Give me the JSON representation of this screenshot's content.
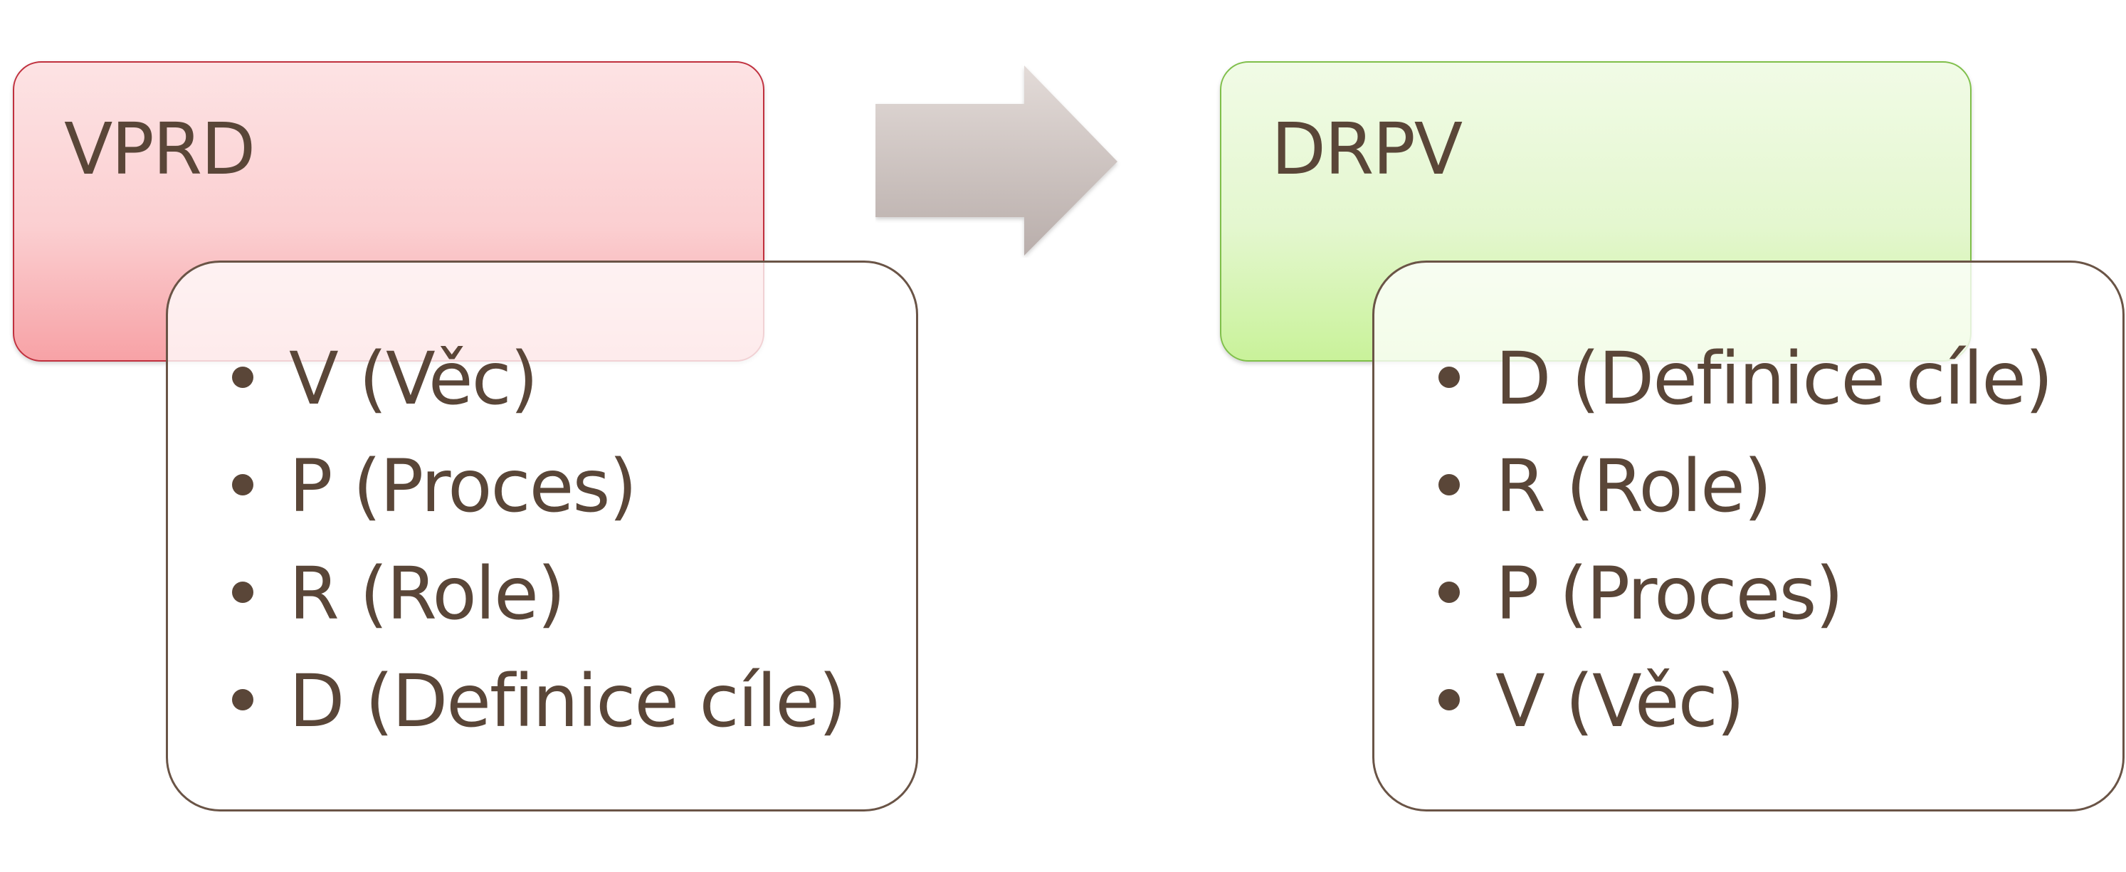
{
  "diagram": {
    "left_group": {
      "title": "VPRD",
      "items": [
        "V (Věc)",
        "P (Proces)",
        "R (Role)",
        "D (Definice cíle)"
      ]
    },
    "right_group": {
      "title": "DRPV",
      "items": [
        "D (Definice cíle)",
        "R (Role)",
        "P (Proces)",
        "V (Věc)"
      ]
    }
  }
}
